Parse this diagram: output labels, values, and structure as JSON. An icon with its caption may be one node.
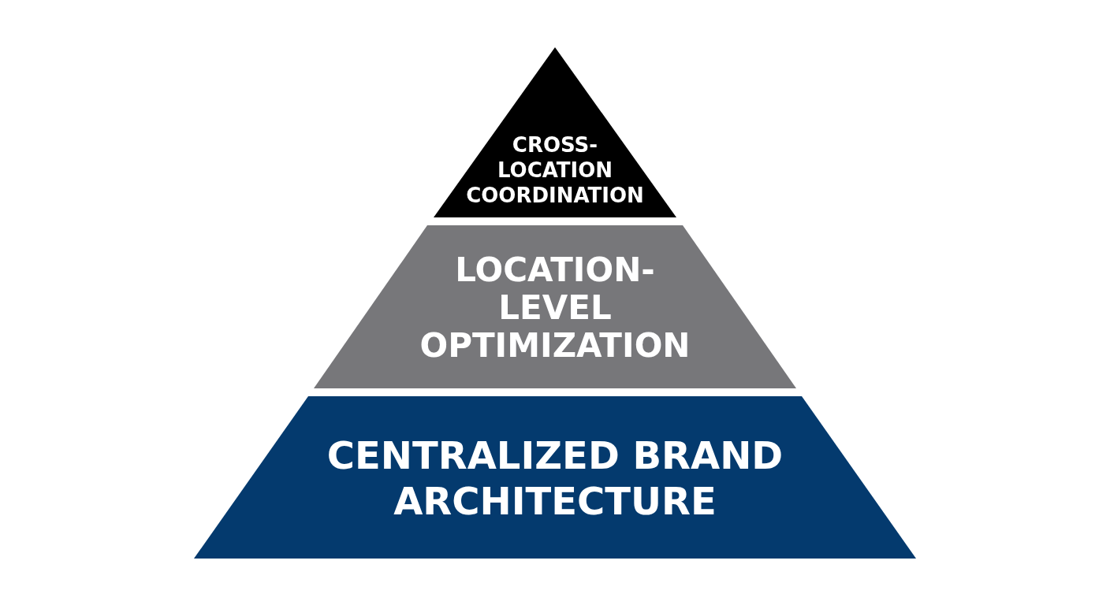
{
  "diagram": {
    "nodes": [
      {
        "text": [
          "CROSS- LOCATION COORDINATION"
        ]
      },
      {
        "text": [
          "LOCATION-LEVEL OPTIMIZATION"
        ]
      },
      {
        "text": [
          "CENTRALIZED BRAND ARCHITECTURE"
        ]
      }
    ]
  }
}
